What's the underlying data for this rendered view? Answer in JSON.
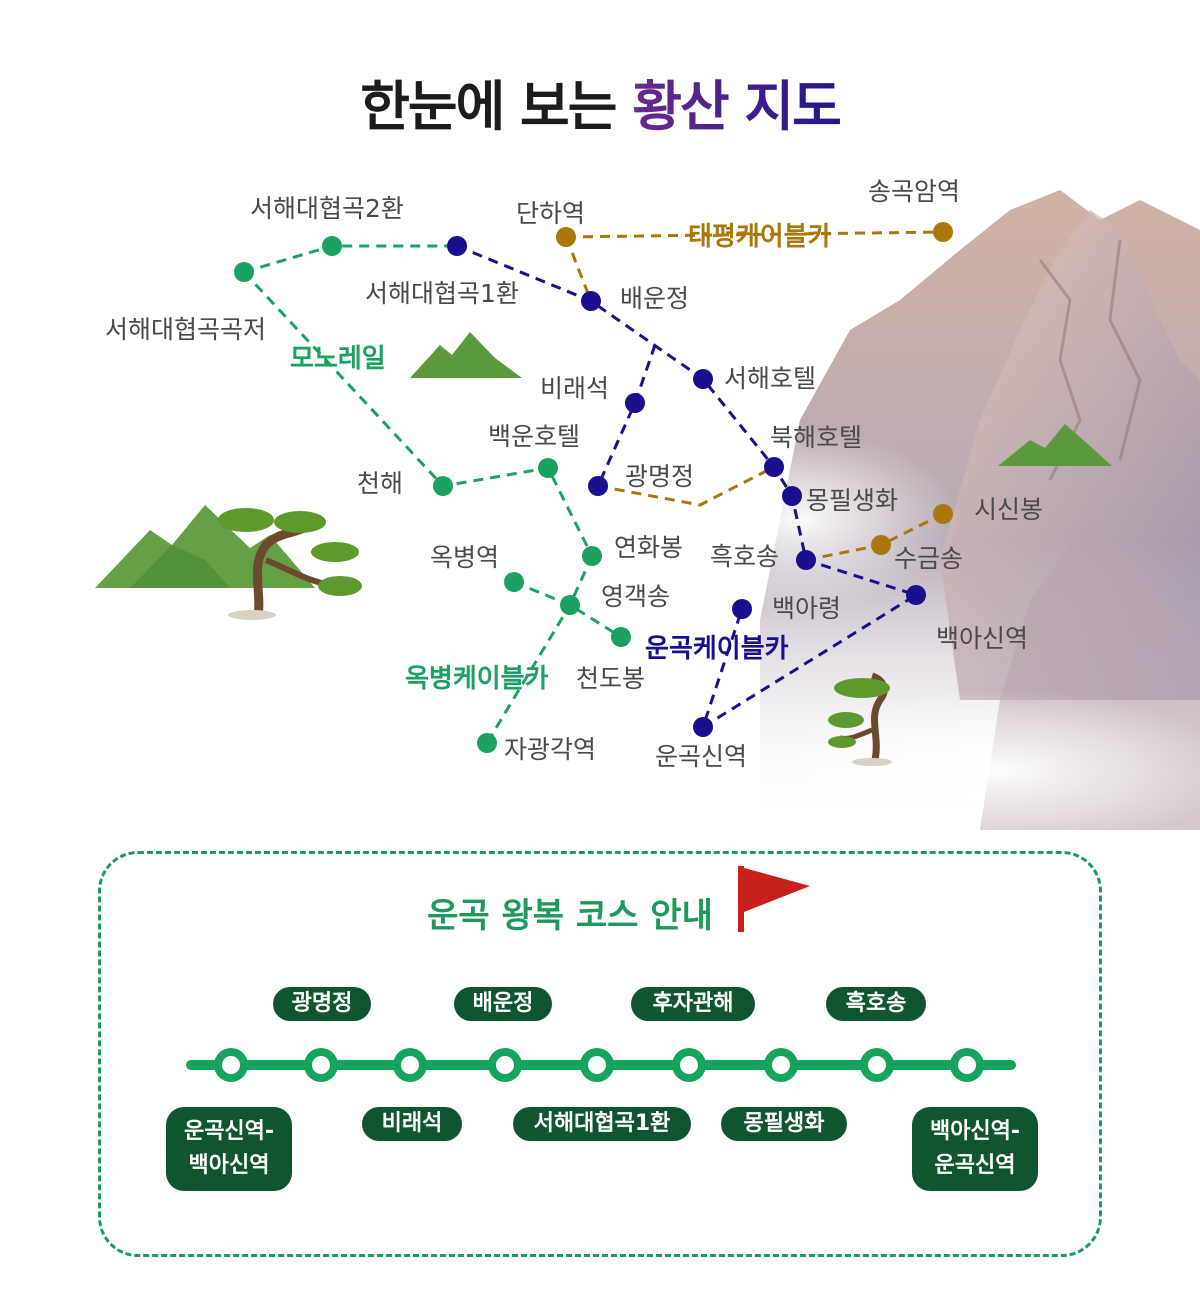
{
  "title": {
    "main": "한눈에 보는",
    "accent": "황산 지도"
  },
  "colors": {
    "green": "#1ba262",
    "navy": "#1a0f8e",
    "gold": "#a8780a",
    "course_green": "#15a45d",
    "pill_bg": "#0e5530",
    "flag": "#c8201b"
  },
  "map": {
    "stations": {
      "seohae_gokjeo": "서해대협곡곡저",
      "seohae_2": "서해대협곡2환",
      "seohae_1": "서해대협곡1환",
      "danha": "단하역",
      "songgok": "송곡암역",
      "baeunjeong": "배운정",
      "biraeseok": "비래석",
      "seohae_hotel": "서해호텔",
      "baegun_hotel": "백운호텔",
      "bukhae_hotel": "북해호텔",
      "cheonhae": "천해",
      "gwangmyeongjeong": "광명정",
      "mongpil": "몽필생화",
      "sisinbong": "시신봉",
      "yeonhwabong": "연화봉",
      "heukhosong": "흑호송",
      "sugeumsong": "수금송",
      "okbyeong_station": "옥병역",
      "yeonggaeksong": "영객송",
      "baekaryeong": "백아령",
      "baeka_station": "백아신역",
      "cheondobong": "천도봉",
      "jagwang_station": "자광각역",
      "ungok_station": "운곡신역"
    },
    "lines": {
      "monorail": "모노레일",
      "taeping": "태평케이블카",
      "okbyeong_cable": "옥병케이블카",
      "ungok_cable": "운곡케이블카"
    }
  },
  "course": {
    "title": "운곡 왕복 코스 안내",
    "top_labels": [
      "광명정",
      "배운정",
      "후자관해",
      "흑호송"
    ],
    "bottom_labels": [
      {
        "line1": "운곡신역-",
        "line2": "백아신역"
      },
      {
        "line1": "비래석"
      },
      {
        "line1": "서해대협곡1환"
      },
      {
        "line1": "몽필생화"
      },
      {
        "line1": "백아신역-",
        "line2": "운곡신역"
      }
    ]
  }
}
